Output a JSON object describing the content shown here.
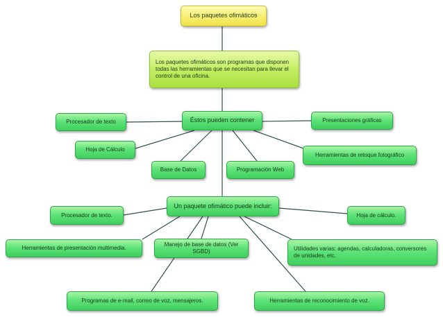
{
  "title": "Los paquetes ofimáticos",
  "definition": "Los paquetes ofimáticos son programas que disponen todas las herramientas que se necesitan para llevar el control de una oficina.",
  "hub1": {
    "label": "Éstos pueden contener",
    "items": [
      "Procesador de texto",
      "Hoja de Cálculo",
      "Base de Datos",
      "Programación Web",
      "Presentaciones gráficas",
      "Herramientas de retoque fotográfico"
    ]
  },
  "hub2": {
    "label": "Un paquete ofimático puede incluir:",
    "items": [
      "Procesador de texto.",
      "Herramientas de presentación multimedia.",
      "Manejo de base de datos (Ver SGBD)",
      "Utilidades varias: agendas, calculadoras, conversores de unidades, etc.",
      "Hoja de cálculo.",
      "Programas de e-mail, correo de voz, mensajeros.",
      "Herramientas de reconocimiento de voz."
    ]
  },
  "colors": {
    "node_green": "#5fe37a",
    "node_lime": "#c4ee63",
    "node_yellow": "#f7ee70",
    "connector": "#2f4f4f"
  }
}
